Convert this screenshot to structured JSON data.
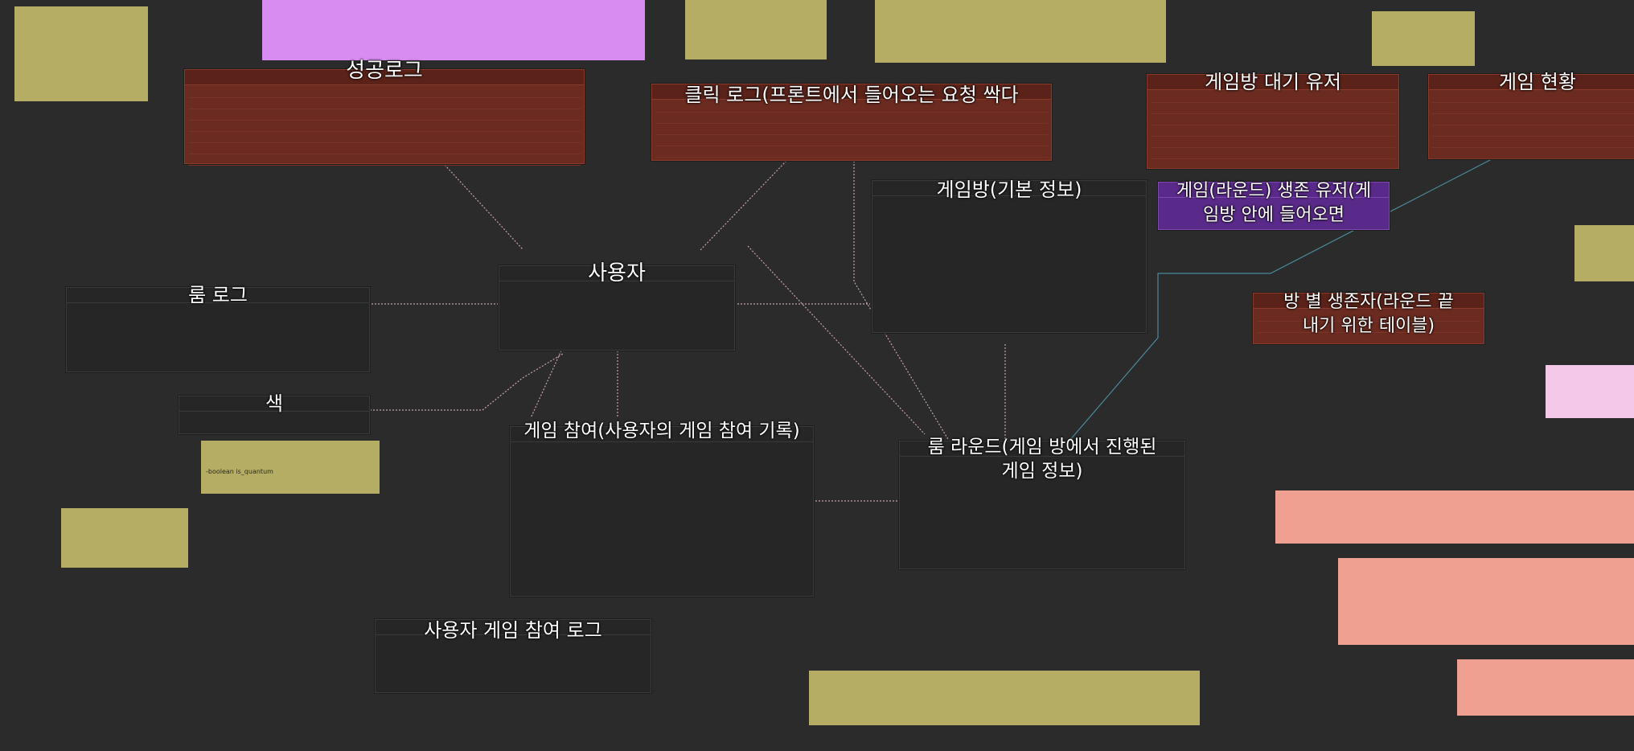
{
  "colors": {
    "background": "#2b2b2b",
    "table_dark": "#262626",
    "table_red": "#6b2b20",
    "table_purple": "#5a2a8a",
    "note_yellow": "#b5ad63",
    "note_magenta": "#d88bf0",
    "note_salmon": "#f0a090",
    "note_pink": "#f4c8e8",
    "connector": "#c9a0a8"
  },
  "tables": {
    "success_log": {
      "title": "성공로그",
      "rows": 7
    },
    "click_log": {
      "title": "클릭 로그(프론트에서 들어오는 요청 싹다",
      "rows": 5
    },
    "waiting_users": {
      "title": "게임방 대기 유저",
      "rows": 6
    },
    "game_status": {
      "title": "게임 현황",
      "rows": 6
    },
    "room_log": {
      "title": "룸 로그",
      "rows": 6
    },
    "user": {
      "title": "사용자",
      "rows": 5
    },
    "game_room": {
      "title": "게임방(기본 정보)",
      "rows": 11
    },
    "survivor": {
      "title": "게임(라운드) 생존 유저(게임방 안에 들어오면",
      "rows": 1
    },
    "room_survivor": {
      "title": "방 별 생존자(라운드 끝내기 위한 테이블)",
      "rows": 2
    },
    "color": {
      "title": "색",
      "rows": 2
    },
    "participation": {
      "title": "게임 참여(사용자의 게임 참여 기록)",
      "rows": 12
    },
    "room_round": {
      "title": "룸 라운드(게임 방에서 진행된 게임 정보)",
      "rows": 9
    },
    "participation_log": {
      "title": "사용자 게임 참여 로그",
      "rows": 5
    }
  },
  "notes": {
    "quantum": "-boolean is_quantum"
  }
}
